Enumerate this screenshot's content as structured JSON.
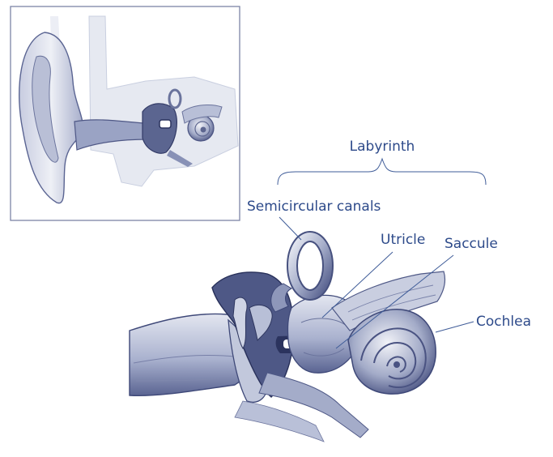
{
  "labels": {
    "labyrinth": "Labyrinth",
    "semicircular_canals": "Semicircular canals",
    "utricle": "Utricle",
    "saccule": "Saccule",
    "cochlea": "Cochlea"
  },
  "colors": {
    "label_text": "#2d4a8a",
    "leader_line": "#3f5c98",
    "tissue_light": "#d8dce8",
    "tissue_mid": "#9aa3c4",
    "tissue_dark": "#3e4878",
    "inset_border": "#7c84a6"
  }
}
